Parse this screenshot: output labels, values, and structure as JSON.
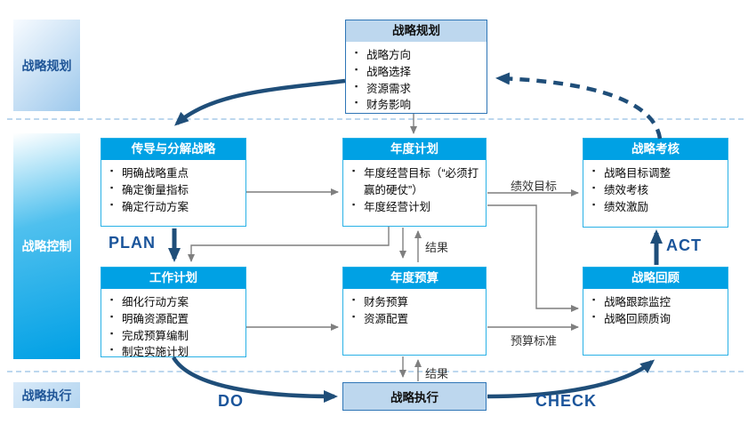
{
  "colors": {
    "cyan_header": "#00a1e4",
    "light_blue_fill": "#bdd7ee",
    "light_box_border": "#2e75b6",
    "dark_blue_arrow": "#1f4e79",
    "cycle_label_blue": "#1b559b",
    "gray_connector": "#7f7f7f"
  },
  "bands": [
    {
      "label": "战略规划"
    },
    {
      "label": "战略控制"
    },
    {
      "label": "战略执行"
    }
  ],
  "boxes": {
    "strategy_planning": {
      "title": "战略规划",
      "items": [
        "战略方向",
        "战略选择",
        "资源需求",
        "财务影响"
      ]
    },
    "transmit": {
      "title": "传导与分解战略",
      "items": [
        "明确战略重点",
        "确定衡量指标",
        "确定行动方案"
      ]
    },
    "annual_plan": {
      "title": "年度计划",
      "items": [
        "年度经营目标（“必须打赢的硬仗”）",
        "年度经营计划"
      ]
    },
    "assessment": {
      "title": "战略考核",
      "items": [
        "战略目标调整",
        "绩效考核",
        "绩效激励"
      ]
    },
    "work_plan": {
      "title": "工作计划",
      "items": [
        "细化行动方案",
        "明确资源配置",
        "完成预算编制",
        "制定实施计划"
      ]
    },
    "budget": {
      "title": "年度预算",
      "items": [
        "财务预算",
        "资源配置"
      ]
    },
    "review": {
      "title": "战略回顾",
      "items": [
        "战略跟踪监控",
        "战略回顾质询"
      ]
    },
    "execution": {
      "title": "战略执行"
    }
  },
  "edge_labels": {
    "performance_targets": "绩效目标",
    "result_mid": "结果",
    "budget_standard": "预算标准",
    "result_bottom": "结果"
  },
  "cycle_labels": {
    "plan": "PLAN",
    "do": "DO",
    "check": "CHECK",
    "act": "ACT"
  }
}
